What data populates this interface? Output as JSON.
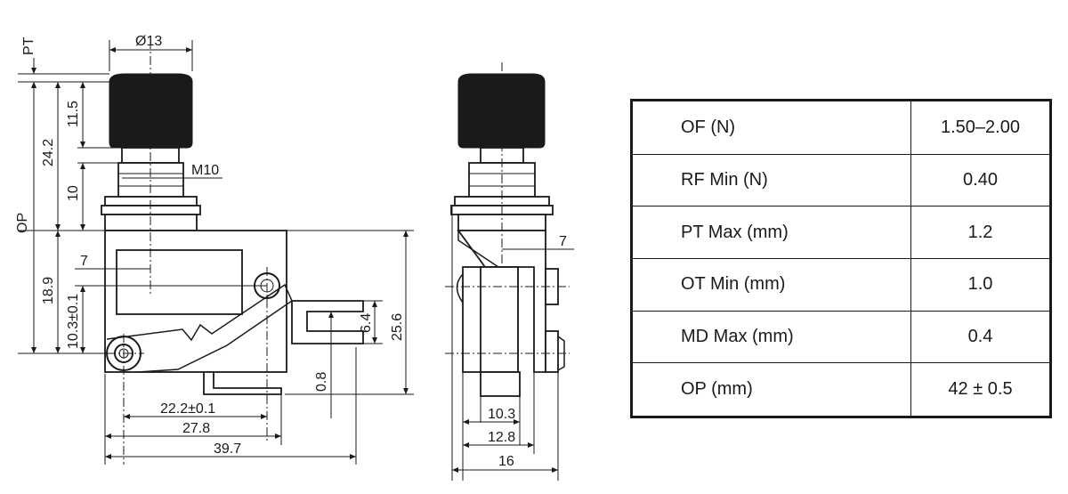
{
  "front_view": {
    "dimensions": {
      "pt": "PT",
      "op": "OP",
      "diameter": "Ø13",
      "cap_height": "11.5",
      "total_height": "24.2",
      "thread_length": "10",
      "thread": "M10",
      "lever_offset": "7",
      "body_height": "18.9",
      "pivot_height": "10.3±0.1",
      "terminal_width": "6.4",
      "terminal_thickness": "0.8",
      "body_length_total": "25.6",
      "pivot_distance": "22.2±0.1",
      "terminal_distance": "27.8",
      "overall_length": "39.7"
    }
  },
  "side_view": {
    "dimensions": {
      "lever_offset": "7",
      "width_inner": "10.3",
      "width_mid": "12.8",
      "width_overall": "16"
    }
  },
  "spec_table": {
    "rows": [
      {
        "param": "OF (N)",
        "value": "1.50–2.00"
      },
      {
        "param": "RF Min (N)",
        "value": "0.40"
      },
      {
        "param": "PT Max (mm)",
        "value": "1.2"
      },
      {
        "param": "OT Min (mm)",
        "value": "1.0"
      },
      {
        "param": "MD Max (mm)",
        "value": "0.4"
      },
      {
        "param": "OP (mm)",
        "value": "42 ± 0.5"
      }
    ]
  }
}
